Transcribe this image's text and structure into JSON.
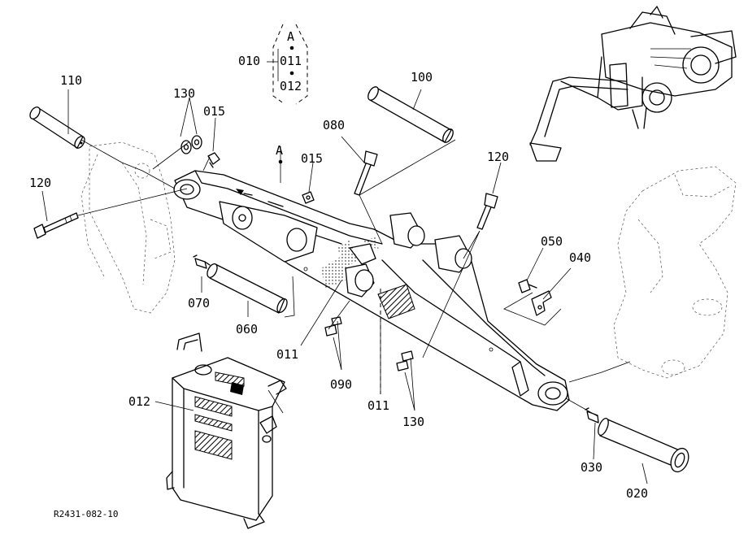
{
  "drawing_code": "R2431-082-10",
  "callout_group": {
    "ref": "010",
    "items": [
      "A",
      "011",
      "012"
    ]
  },
  "markers": {
    "pivot": "A"
  },
  "labels": {
    "l110": "110",
    "l130_top": "130",
    "l015_left": "015",
    "l120_left": "120",
    "l015_mid": "015",
    "l080": "080",
    "l100": "100",
    "l120_right": "120",
    "l050": "050",
    "l040": "040",
    "l070": "070",
    "l060": "060",
    "l011_a": "011",
    "l090": "090",
    "l011_b": "011",
    "l130_bottom": "130",
    "l012": "012",
    "l030": "030",
    "l020": "020"
  }
}
